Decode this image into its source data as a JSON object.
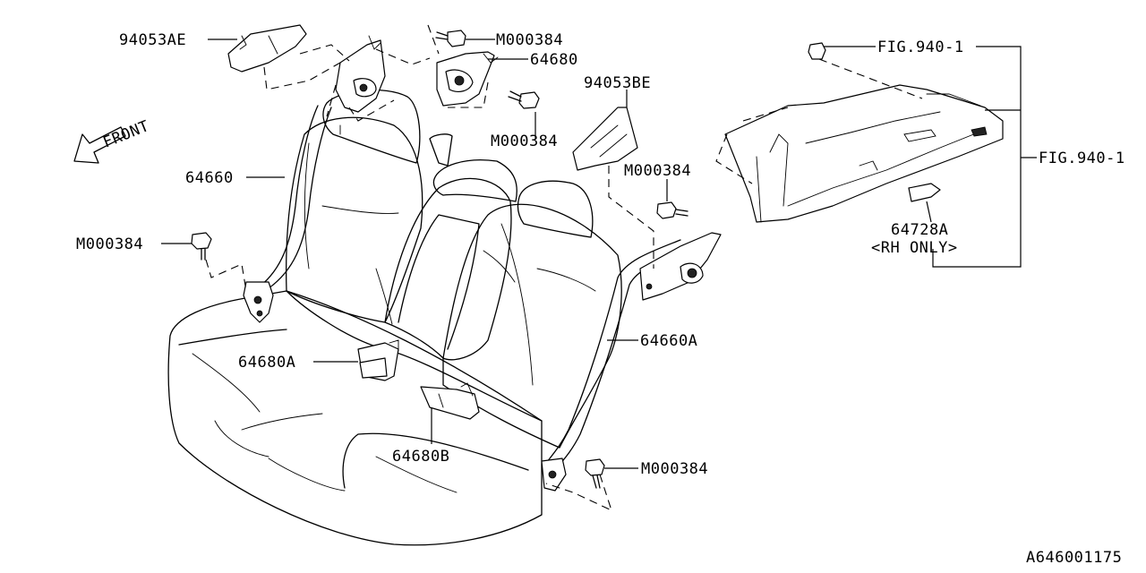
{
  "labels": {
    "p94053AE": "94053AE",
    "m000384_top": "M000384",
    "p64680": "64680",
    "p94053BE": "94053BE",
    "m000384_mid": "M000384",
    "front": "FRONT",
    "p64660": "64660",
    "m000384_right": "M000384",
    "fig940_1_top": "FIG.940-1",
    "fig940_1_side": "FIG.940-1",
    "m000384_left": "M000384",
    "p64728A": "64728A",
    "rh_only": "<RH  ONLY>",
    "p64660A": "64660A",
    "p64680A": "64680A",
    "p64680B": "64680B",
    "m000384_bottom": "M000384",
    "diagram_id": "A646001175"
  }
}
